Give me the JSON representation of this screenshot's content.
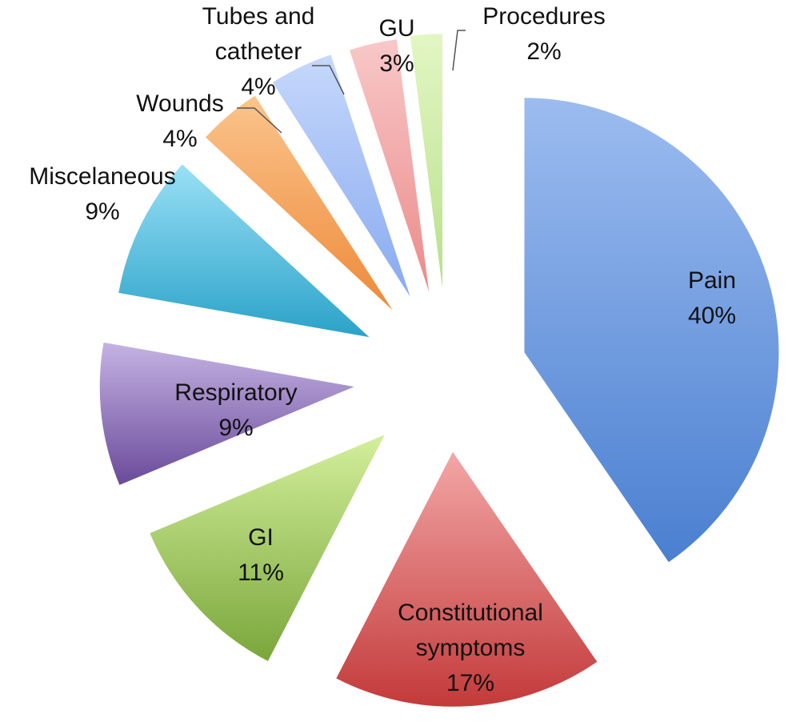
{
  "chart_data": {
    "type": "pie",
    "slices": [
      {
        "category": "Pain",
        "value": 40,
        "label": [
          "Pain",
          "40%"
        ],
        "color": "#4a7fd0",
        "color_light": "#9cbcf0"
      },
      {
        "category": "Constitutional symptoms",
        "value": 17,
        "label": [
          "Constitutional",
          "symptoms",
          "17%"
        ],
        "color": "#c33a3a",
        "color_light": "#f3a6a6"
      },
      {
        "category": "GI",
        "value": 11,
        "label": [
          "GI",
          "11%"
        ],
        "color": "#7aa63b",
        "color_light": "#d3ef9b"
      },
      {
        "category": "Respiratory",
        "value": 9,
        "label": [
          "Respiratory",
          "9%"
        ],
        "color": "#6a4a9a",
        "color_light": "#c5b3e3"
      },
      {
        "category": "Miscelaneous",
        "value": 9,
        "label": [
          "Miscelaneous",
          "9%"
        ],
        "color": "#2aa2c8",
        "color_light": "#9ae0f6"
      },
      {
        "category": "Wounds",
        "value": 4,
        "label": [
          "Wounds",
          "4%"
        ],
        "color": "#ee8a3a",
        "color_light": "#fbc48c"
      },
      {
        "category": "Tubes and catheter",
        "value": 4,
        "label": [
          "Tubes and",
          "catheter",
          "4%"
        ],
        "color": "#88aaf0",
        "color_light": "#c6d8fb"
      },
      {
        "category": "GU",
        "value": 3,
        "label": [
          "GU",
          "3%"
        ],
        "color": "#ec8a8a",
        "color_light": "#f8c8c8"
      },
      {
        "category": "Procedures",
        "value": 2,
        "label": [
          "Procedures",
          "2%"
        ],
        "color": "#b8e08a",
        "color_light": "#e3f6c4"
      }
    ],
    "start_angle": "12 o'clock",
    "direction": "clockwise",
    "exploded": true
  }
}
